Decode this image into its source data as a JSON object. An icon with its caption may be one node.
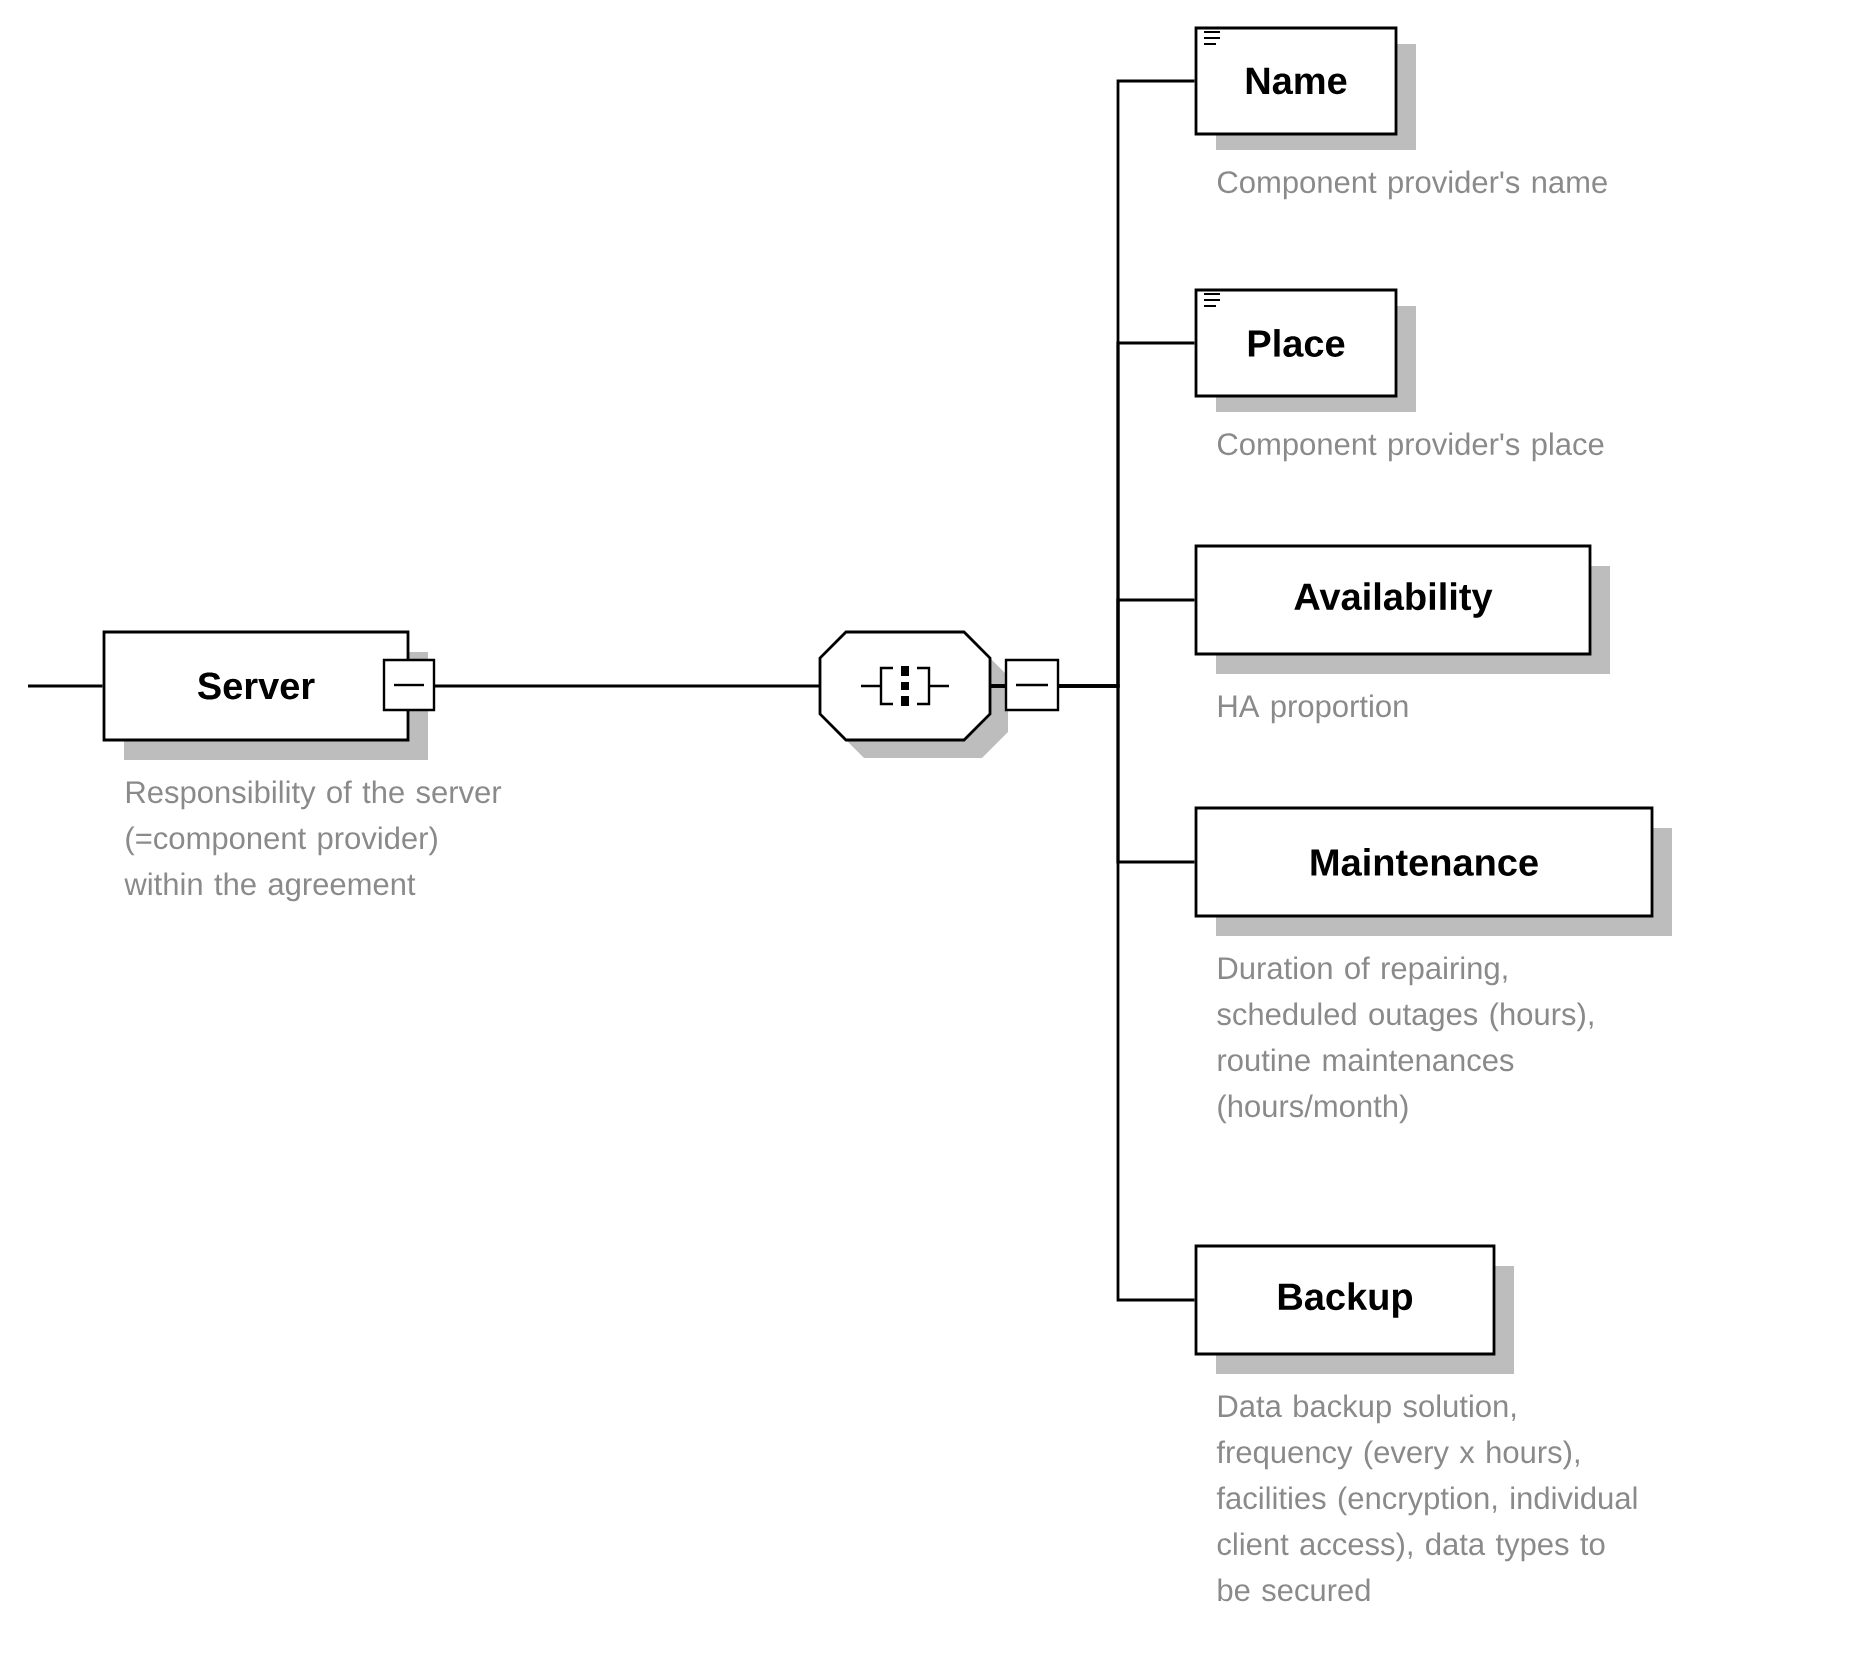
{
  "diagram": {
    "nodes": [
      {
        "text": [
          "Server"
        ],
        "beside": [
          "Responsibility of the server (=component provider) within the agreement"
        ]
      },
      {
        "text": [],
        "shape": "octagon"
      },
      {
        "text": [
          "Name"
        ],
        "beside": [
          "Component provider's name"
        ]
      },
      {
        "text": [
          "Place"
        ],
        "beside": [
          "Component provider's place"
        ]
      },
      {
        "text": [
          "Availability"
        ],
        "beside": [
          "HA proportion"
        ]
      },
      {
        "text": [
          "Maintenance"
        ],
        "beside": [
          "Duration of repairing, scheduled outages (hours), routine maintenances (hours/month)"
        ]
      },
      {
        "text": [
          "Backup"
        ],
        "beside": [
          "Data backup solution, frequency (every x hours), facilities (encryption, individual client access), data types to be secured"
        ]
      }
    ],
    "edges": [
      {
        "from": null,
        "to": 0,
        "arrow": "none"
      },
      {
        "from": 0,
        "to": 1,
        "arrow": "none"
      },
      {
        "from": 1,
        "to": 2,
        "arrow": "none"
      },
      {
        "from": 1,
        "to": 3,
        "arrow": "none"
      },
      {
        "from": 1,
        "to": 4,
        "arrow": "none"
      },
      {
        "from": 1,
        "to": 5,
        "arrow": "none"
      },
      {
        "from": 1,
        "to": 6,
        "arrow": "none"
      }
    ]
  }
}
